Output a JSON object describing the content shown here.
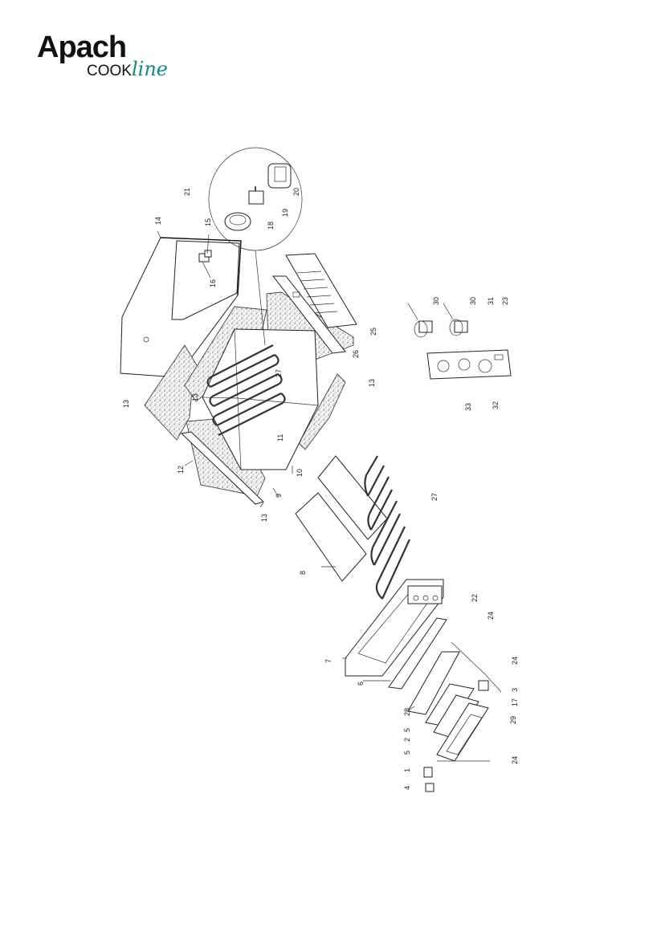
{
  "logo": {
    "brand": "Apach",
    "sub1": "COOK",
    "sub2": "line"
  },
  "callouts": {
    "c1": "1",
    "c2": "2",
    "c3": "3",
    "c4": "4",
    "c5a": "5",
    "c5b": "5",
    "c6": "6",
    "c7": "7",
    "c8": "8",
    "c9": "9",
    "c10": "10",
    "c11": "11",
    "c12": "12",
    "c13a": "13",
    "c13b": "13",
    "c13c": "13",
    "c13d": "13",
    "c14": "14",
    "c15": "15",
    "c16": "16",
    "c17": "17",
    "c18": "18",
    "c19": "19",
    "c20": "20",
    "c21": "21",
    "c22": "22",
    "c23": "23",
    "c24a": "24",
    "c24b": "24",
    "c24c": "24",
    "c25": "25",
    "c26": "26",
    "c27a": "27",
    "c27b": "27",
    "c28": "28",
    "c29": "29",
    "c30a": "30",
    "c30b": "30",
    "c31": "31",
    "c32": "32",
    "c33": "33"
  }
}
